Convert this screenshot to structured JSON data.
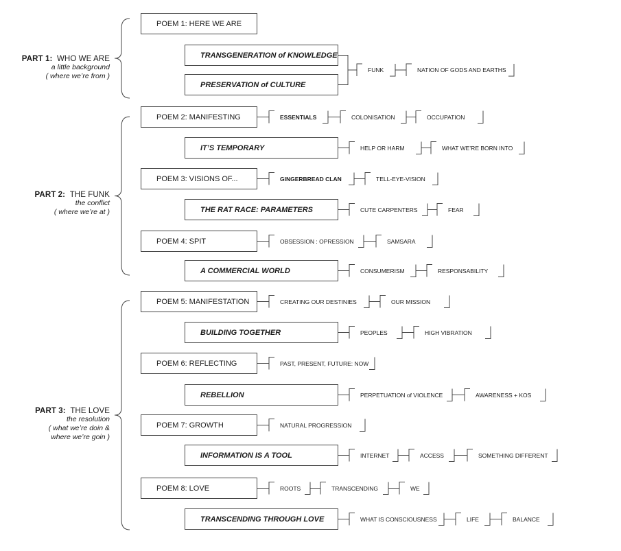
{
  "parts": [
    {
      "label": "PART 1:",
      "name": "WHO WE ARE",
      "subtitle": "a little background",
      "note": "( where we’re from )"
    },
    {
      "label": "PART 2:",
      "name": "THE FUNK",
      "subtitle": "the conflict",
      "note": "( where we’re at )"
    },
    {
      "label": "PART 3:",
      "name": "THE LOVE",
      "subtitle": "the resolution",
      "note": "( what we’re doin &",
      "note2": "where we’re goin )"
    }
  ],
  "nodes": [
    {
      "id": "p1",
      "text": "POEM 1: HERE WE ARE",
      "kind": "poem",
      "tags": []
    },
    {
      "id": "s1",
      "text": "TRANSGENERATION of KNOWLEDGE",
      "kind": "section",
      "tags": []
    },
    {
      "id": "s2",
      "text": "PRESERVATION of CULTURE",
      "kind": "section",
      "tags": []
    },
    {
      "id": "p2",
      "text": "POEM 2: MANIFESTING",
      "kind": "poem",
      "tags": [
        "ESSENTIALS",
        "COLONISATION",
        "OCCUPATION"
      ]
    },
    {
      "id": "s3",
      "text": "IT’S  TEMPORARY",
      "kind": "section",
      "tags": [
        "HELP OR HARM",
        "WHAT WE’RE BORN INTO"
      ]
    },
    {
      "id": "p3",
      "text": "POEM 3: VISIONS OF...",
      "kind": "poem",
      "tags": [
        "GINGERBREAD CLAN",
        "TELL-EYE-VISION"
      ]
    },
    {
      "id": "s4",
      "text": "THE RAT RACE: PARAMETERS",
      "kind": "section",
      "tags": [
        "CUTE CARPENTERS",
        "FEAR"
      ]
    },
    {
      "id": "p4",
      "text": "POEM 4: SPIT",
      "kind": "poem",
      "tags": [
        "OBSESSION : OPRESSION",
        "SAMSARA"
      ]
    },
    {
      "id": "s5",
      "text": "A COMMERCIAL WORLD",
      "kind": "section",
      "tags": [
        "CONSUMERISM",
        "RESPONSABILITY"
      ]
    },
    {
      "id": "p5",
      "text": "POEM 5: MANIFESTATION",
      "kind": "poem",
      "tags": [
        "CREATING OUR DESTINIES",
        "OUR MISSION"
      ]
    },
    {
      "id": "s6",
      "text": "BUILDING TOGETHER",
      "kind": "section",
      "tags": [
        "PEOPLES",
        "HIGH VIBRATION"
      ]
    },
    {
      "id": "p6",
      "text": "POEM 6: REFLECTING",
      "kind": "poem",
      "tags": [
        "PAST, PRESENT, FUTURE: NOW"
      ]
    },
    {
      "id": "s7",
      "text": "REBELLION",
      "kind": "section",
      "tags": [
        "PERPETUATION of VIOLENCE",
        "AWARENESS + KOS"
      ]
    },
    {
      "id": "p7",
      "text": "POEM 7: GROWTH",
      "kind": "poem",
      "tags": [
        "NATURAL PROGRESSION"
      ]
    },
    {
      "id": "s8",
      "text": "INFORMATION IS A TOOL",
      "kind": "section",
      "tags": [
        "INTERNET",
        "ACCESS",
        "SOMETHING DIFFERENT"
      ]
    },
    {
      "id": "p8",
      "text": "POEM 8: LOVE",
      "kind": "poem",
      "tags": [
        "ROOTS",
        "TRANSCENDING",
        "WE"
      ]
    },
    {
      "id": "s9",
      "text": "TRANSCENDING THROUGH LOVE",
      "kind": "section",
      "tags": [
        "WHAT IS CONSCIOUSNESS",
        "LIFE",
        "BALANCE"
      ]
    }
  ],
  "shared_tags": {
    "s1_s2": [
      "FUNK",
      "NATION OF GODS AND EARTHS"
    ]
  },
  "bold_tags": [
    "ESSENTIALS",
    "GINGERBREAD CLAN"
  ],
  "colors": {
    "line": "#444444",
    "text": "#1a1a1a",
    "background": "#ffffff"
  }
}
